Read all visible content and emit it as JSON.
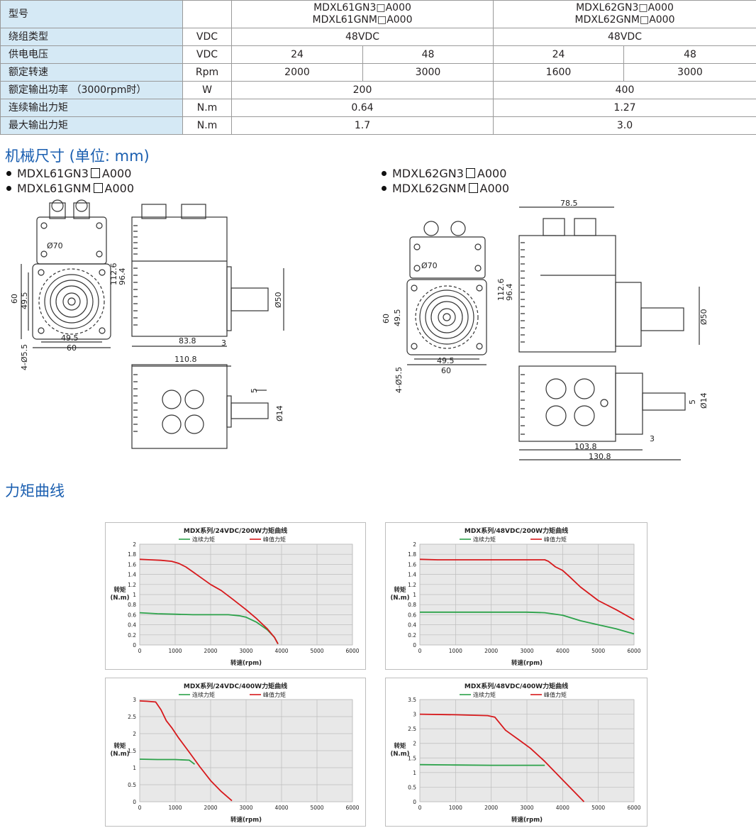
{
  "spec": {
    "header_label": "型号",
    "model_a_line1": "MDXL61GN3□A000",
    "model_a_line2": "MDXL61GNM□A000",
    "model_b_line1": "MDXL62GN3□A000",
    "model_b_line2": "MDXL62GNM□A000",
    "rows": [
      {
        "label": "绕组类型",
        "unit": "VDC",
        "a": "48VDC",
        "b": "48VDC"
      },
      {
        "label": "供电电压",
        "unit": "VDC",
        "a1": "24",
        "a2": "48",
        "b1": "24",
        "b2": "48"
      },
      {
        "label": "额定转速",
        "unit": "Rpm",
        "a1": "2000",
        "a2": "3000",
        "b1": "1600",
        "b2": "3000"
      },
      {
        "label": "额定输出功率 （3000rpm时）",
        "unit": "W",
        "a": "200",
        "b": "400"
      },
      {
        "label": "连续输出力矩",
        "unit": "N.m",
        "a": "0.64",
        "b": "1.27"
      },
      {
        "label": "最大输出力矩",
        "unit": "N.m",
        "a": "1.7",
        "b": "3.0"
      }
    ]
  },
  "mech": {
    "title": "机械尺寸 (单位: mm)",
    "left_models": [
      [
        "MDXL61GN3",
        "A000"
      ],
      [
        "MDXL61GNM",
        "A000"
      ]
    ],
    "right_models": [
      [
        "MDXL62GN3",
        "A000"
      ],
      [
        "MDXL62GNM",
        "A000"
      ]
    ],
    "dims_left": {
      "d70": "Ø70",
      "d49_5v": "49.5",
      "d60v": "60",
      "h112_6": "112.6",
      "h96_4": "96.4",
      "d50": "Ø50",
      "d49_5": "49.5",
      "d60": "60",
      "hole": "4-Ø5.5",
      "l83_8": "83.8",
      "l3": "3",
      "l110_8": "110.8",
      "k5": "5",
      "d14": "Ø14"
    },
    "dims_right": {
      "w78_5": "78.5",
      "d70": "Ø70",
      "h112_6": "112.6",
      "h96_4": "96.4",
      "d60v": "60",
      "d49_5v": "49.5",
      "d50": "Ø50",
      "d49_5": "49.5",
      "d60": "60",
      "hole": "4-Ø5.5",
      "k5": "5",
      "d14": "Ø14",
      "l3": "3",
      "l103_8": "103.8",
      "l130_8": "130.8"
    }
  },
  "torque_title": "力矩曲线",
  "colors": {
    "accent": "#1b5fb0",
    "label_bg": "#d5e9f5",
    "continuous": "#2ca24a",
    "peak": "#d7191c",
    "plot_bg": "#e8e8e8"
  },
  "chart_data": [
    {
      "type": "line",
      "title": "MDX系列/24VDC/200W力矩曲线",
      "xlabel": "转速(rpm)",
      "ylabel": "转矩\n(N.m)",
      "xlim": [
        0,
        6000
      ],
      "ylim": [
        0,
        2
      ],
      "xticks": [
        "0",
        "1000",
        "2000",
        "3000",
        "4000",
        "5000",
        "6000"
      ],
      "yticks": [
        "0",
        "0.2",
        "0.4",
        "0.6",
        "0.8",
        "1",
        "1.2",
        "1.4",
        "1.6",
        "1.8",
        "2"
      ],
      "series": [
        {
          "name": "连续力矩",
          "color": "#2ca24a",
          "x": [
            0,
            500,
            1000,
            1500,
            2000,
            2500,
            2800,
            3000,
            3300,
            3600,
            3800,
            3900
          ],
          "y": [
            0.64,
            0.62,
            0.61,
            0.6,
            0.6,
            0.6,
            0.58,
            0.55,
            0.45,
            0.3,
            0.15,
            0.02
          ]
        },
        {
          "name": "峰值力矩",
          "color": "#d7191c",
          "x": [
            0,
            300,
            600,
            900,
            1100,
            1300,
            1500,
            1800,
            2000,
            2300,
            2600,
            3000,
            3300,
            3600,
            3800,
            3900
          ],
          "y": [
            1.7,
            1.69,
            1.68,
            1.66,
            1.62,
            1.55,
            1.45,
            1.3,
            1.2,
            1.08,
            0.92,
            0.7,
            0.52,
            0.32,
            0.15,
            0.02
          ]
        }
      ]
    },
    {
      "type": "line",
      "title": "MDX系列/48VDC/200W力矩曲线",
      "xlabel": "转速(rpm)",
      "ylabel": "转矩\n(N.m)",
      "xlim": [
        0,
        6000
      ],
      "ylim": [
        0,
        2
      ],
      "xticks": [
        "0",
        "1000",
        "2000",
        "3000",
        "4000",
        "5000",
        "6000"
      ],
      "yticks": [
        "0",
        "0.2",
        "0.4",
        "0.6",
        "0.8",
        "1",
        "1.2",
        "1.4",
        "1.6",
        "1.8",
        "2"
      ],
      "series": [
        {
          "name": "连续力矩",
          "color": "#2ca24a",
          "x": [
            0,
            1000,
            2000,
            3000,
            3500,
            4000,
            4500,
            5000,
            5500,
            6000
          ],
          "y": [
            0.65,
            0.65,
            0.65,
            0.65,
            0.64,
            0.59,
            0.48,
            0.4,
            0.32,
            0.22
          ]
        },
        {
          "name": "峰值力矩",
          "color": "#d7191c",
          "x": [
            0,
            500,
            1000,
            2000,
            3000,
            3500,
            3600,
            3800,
            4000,
            4200,
            4500,
            5000,
            5500,
            6000
          ],
          "y": [
            1.7,
            1.69,
            1.69,
            1.69,
            1.69,
            1.69,
            1.66,
            1.55,
            1.48,
            1.35,
            1.15,
            0.88,
            0.7,
            0.5
          ]
        }
      ]
    },
    {
      "type": "line",
      "title": "MDX系列/24VDC/400W力矩曲线",
      "xlabel": "转速(rpm)",
      "ylabel": "转矩\n(N.m)",
      "xlim": [
        0,
        6000
      ],
      "ylim": [
        0,
        3
      ],
      "xticks": [
        "0",
        "1000",
        "2000",
        "3000",
        "4000",
        "5000",
        "6000"
      ],
      "yticks": [
        "0",
        "0.5",
        "1",
        "1.5",
        "2",
        "2.5",
        "3"
      ],
      "series": [
        {
          "name": "连续力矩",
          "color": "#2ca24a",
          "x": [
            0,
            500,
            1000,
            1400,
            1550
          ],
          "y": [
            1.25,
            1.24,
            1.24,
            1.22,
            1.1
          ]
        },
        {
          "name": "峰值力矩",
          "color": "#d7191c",
          "x": [
            0,
            200,
            450,
            600,
            750,
            900,
            1100,
            1400,
            1700,
            2000,
            2300,
            2600
          ],
          "y": [
            2.96,
            2.95,
            2.93,
            2.7,
            2.38,
            2.18,
            1.87,
            1.45,
            1.02,
            0.62,
            0.3,
            0.03
          ]
        }
      ]
    },
    {
      "type": "line",
      "title": "MDX系列/48VDC/400W力矩曲线",
      "xlabel": "转速(rpm)",
      "ylabel": "转矩\n(N.m)",
      "xlim": [
        0,
        6000
      ],
      "ylim": [
        0,
        3.5
      ],
      "xticks": [
        "0",
        "1000",
        "2000",
        "3000",
        "4000",
        "5000",
        "6000"
      ],
      "yticks": [
        "0",
        "0.5",
        "1",
        "1.5",
        "2",
        "2.5",
        "3",
        "3.5"
      ],
      "series": [
        {
          "name": "连续力矩",
          "color": "#2ca24a",
          "x": [
            0,
            1000,
            2000,
            3000,
            3500
          ],
          "y": [
            1.27,
            1.26,
            1.25,
            1.25,
            1.25
          ]
        },
        {
          "name": "峰值力矩",
          "color": "#d7191c",
          "x": [
            0,
            1000,
            1900,
            2100,
            2400,
            2800,
            3100,
            3500,
            4000,
            4600
          ],
          "y": [
            3.0,
            2.98,
            2.95,
            2.9,
            2.45,
            2.1,
            1.83,
            1.38,
            0.75,
            0.0
          ]
        }
      ]
    }
  ]
}
